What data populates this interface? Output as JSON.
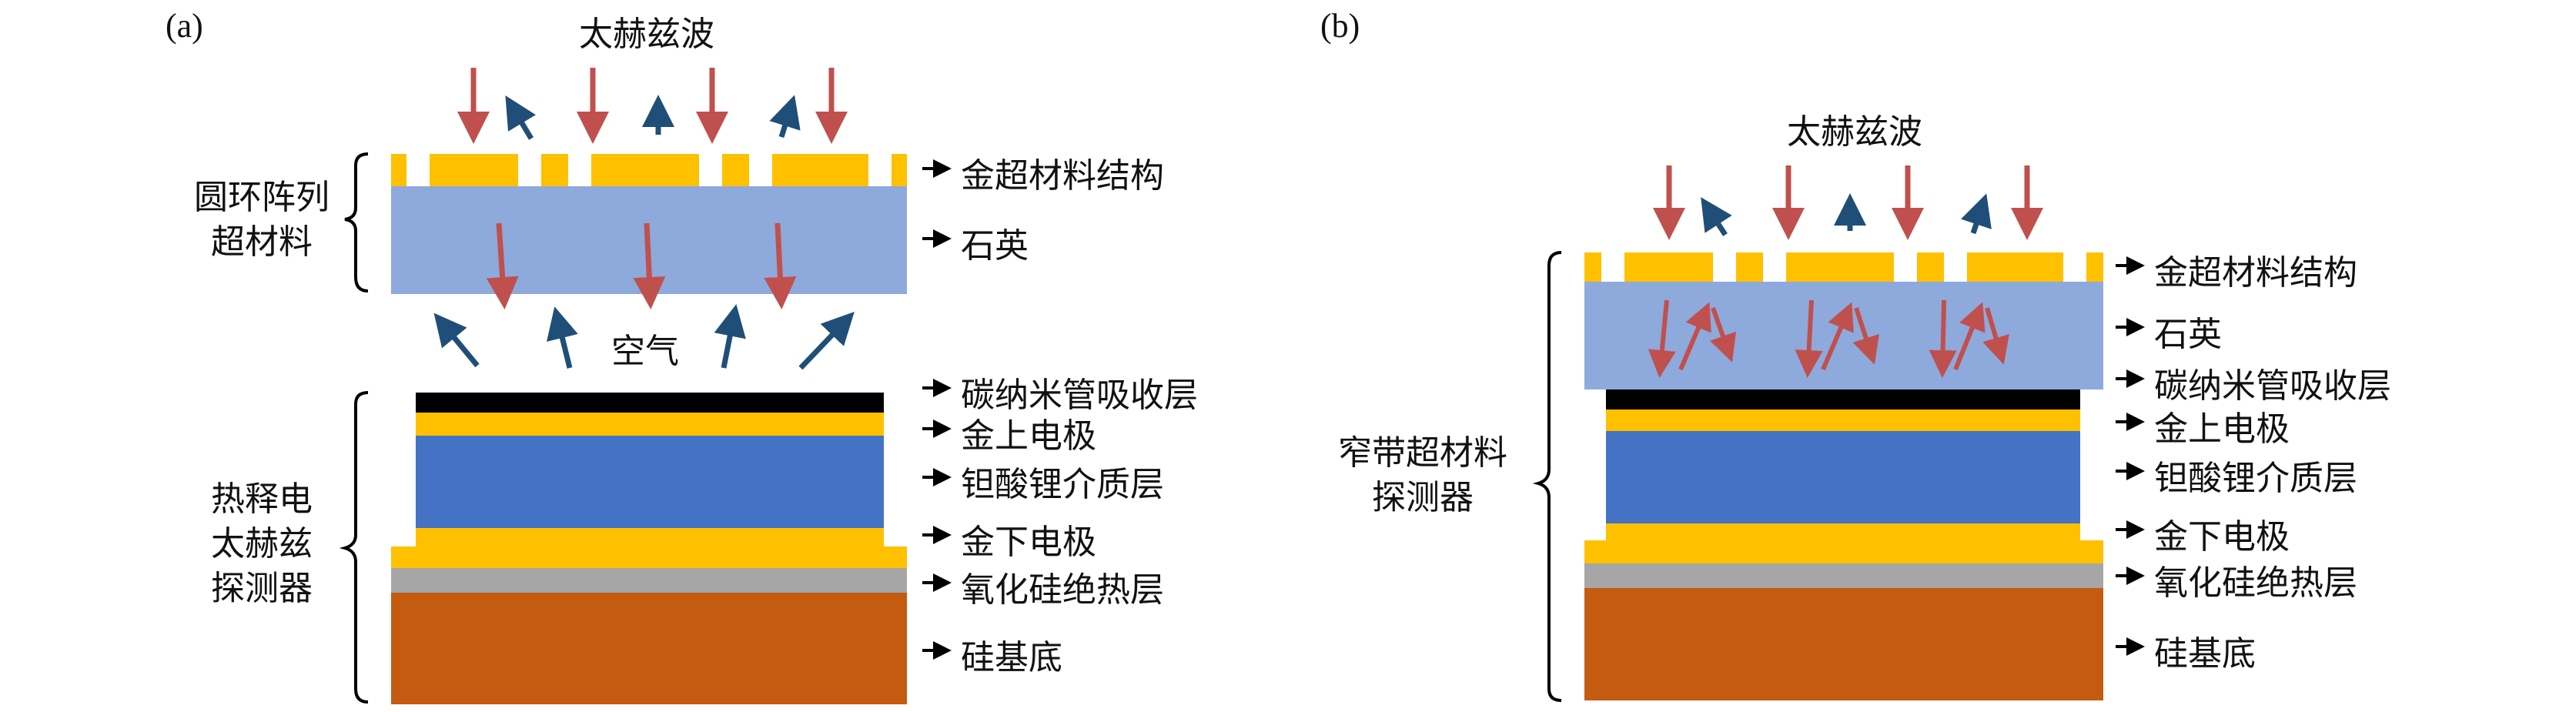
{
  "colors": {
    "gold": "#FFC000",
    "quartz": "#8EA9DB",
    "cnt": "#000000",
    "litao3": "#4472C4",
    "sio2": "#A6A6A6",
    "silicon": "#C55A11",
    "incident_arrow": "#C0504D",
    "reflected_arrow": "#1F4E79"
  },
  "panel_a": {
    "label": "(a)",
    "title": "太赫兹波",
    "air_label": "空气",
    "metamaterial_group": [
      "圆环阵列",
      "超材料"
    ],
    "detector_group": [
      "热释电",
      "太赫兹",
      "探测器"
    ],
    "layers": {
      "gold_structure": "金超材料结构",
      "quartz": "石英",
      "cnt": "碳纳米管吸收层",
      "top_electrode": "金上电极",
      "litao3": "钽酸锂介质层",
      "bottom_electrode": "金下电极",
      "sio2": "氧化硅绝热层",
      "substrate": "硅基底"
    }
  },
  "panel_b": {
    "label": "(b)",
    "title": "太赫兹波",
    "detector_group": [
      "窄带超材料",
      "探测器"
    ],
    "layers": {
      "gold_structure": "金超材料结构",
      "quartz": "石英",
      "cnt": "碳纳米管吸收层",
      "top_electrode": "金上电极",
      "litao3": "钽酸锂介质层",
      "bottom_electrode": "金下电极",
      "sio2": "氧化硅绝热层",
      "substrate": "硅基底"
    }
  }
}
